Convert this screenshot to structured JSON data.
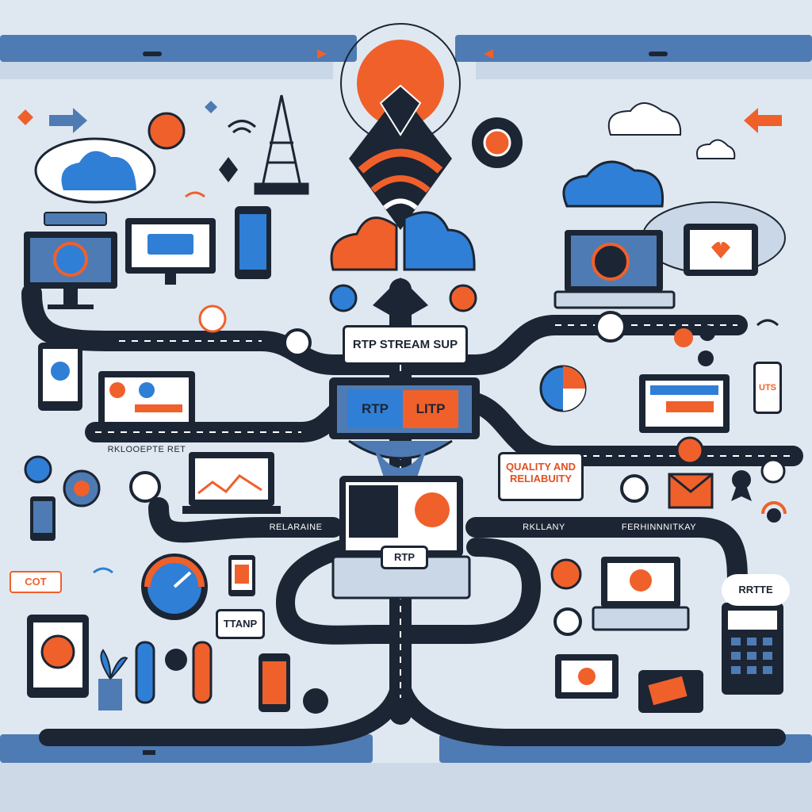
{
  "colors": {
    "background": "#dfe8f1",
    "navy": "#1c2533",
    "blue": "#2f7fd6",
    "orange": "#f0602b",
    "steel": "#4e7bb3",
    "white": "#ffffff"
  },
  "labels": {
    "main_title": "RTP STREAM SUP",
    "proto_left": "RTP",
    "proto_right": "LITP",
    "quality_line1": "QUALITY AND",
    "quality_line2": "RELIABUITY",
    "laptop_tag": "RTP",
    "left_road": "RKLOOEPTE RET",
    "relaraine": "RELARAINE",
    "rkllany": "RKLLANY",
    "ferhin": "FERHINNNITKAY",
    "cot": "COT",
    "ttanp": "TTANP",
    "rrtte": "RRTTE",
    "uts": "UTS"
  },
  "icons": [
    "cloud-icon",
    "radio-tower-icon",
    "wifi-icon",
    "gear-icon",
    "arrow-icon",
    "monitor-icon",
    "laptop-icon",
    "smartphone-icon",
    "tablet-icon",
    "camera-icon",
    "gauge-icon",
    "mail-icon",
    "calculator-icon",
    "pie-chart-icon",
    "heart-icon",
    "plant-icon",
    "lightbulb-icon",
    "award-icon",
    "headset-icon",
    "sun-icon"
  ]
}
